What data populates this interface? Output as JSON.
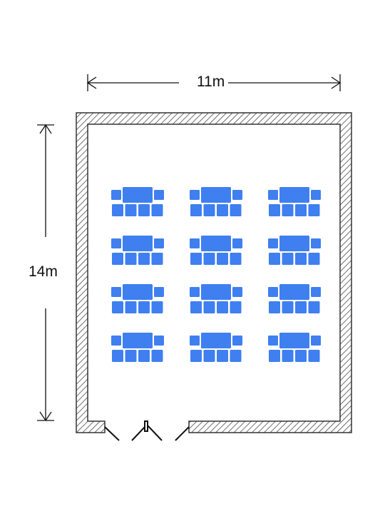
{
  "room": {
    "width_label": "11m",
    "height_label": "14m"
  },
  "layout": {
    "table_color": "#3f7ff0",
    "wall_color": "#333333",
    "rows": 4,
    "columns": 3,
    "chairs_back": 2,
    "chairs_front": 4
  }
}
